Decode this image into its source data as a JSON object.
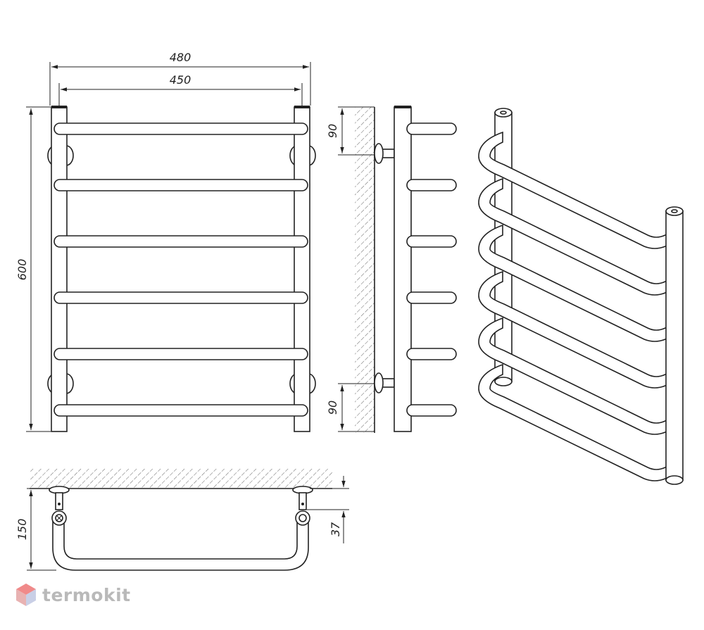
{
  "dimensions": {
    "overall_width": "480",
    "rail_spacing": "450",
    "height": "600",
    "bracket_top_offset": "90",
    "bracket_bottom_offset": "90",
    "wall_depth": "150",
    "mount_offset": "37"
  },
  "brand": {
    "name": "termokit",
    "icon": "hexagon-cube-icon",
    "colors": {
      "top": "#f08a8a",
      "left": "#e8b2b2",
      "right": "#c9cfe6"
    }
  },
  "colors": {
    "line": "#222222",
    "hatch": "#555555",
    "logo_text": "#b9b9b9"
  }
}
